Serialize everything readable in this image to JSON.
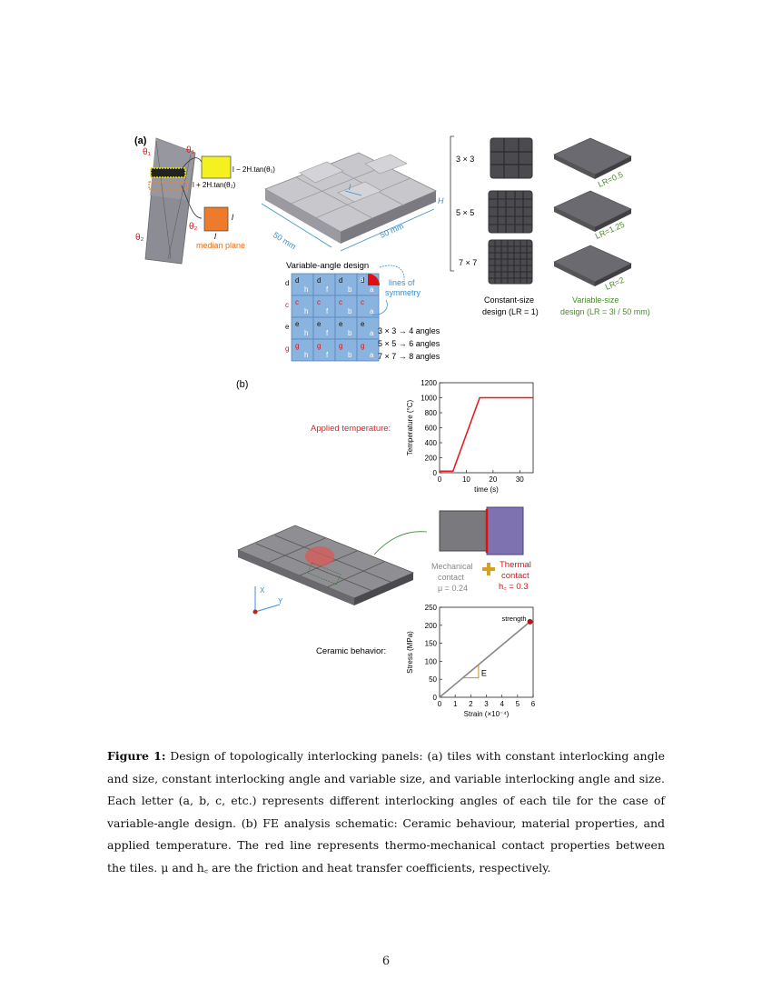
{
  "panel_a": {
    "label": "(a)",
    "theta1": "θ₁",
    "theta2": "θ₂",
    "formula_top": "l − 2H.tan(θ₁)",
    "formula_bottom": "l + 2H.tan(θ₂)",
    "l_label": "l",
    "median_plane": "median plane",
    "dim_l": "l",
    "dim_H": "H",
    "dim_50_left": "50 mm",
    "dim_50_right": "50 mm",
    "grid_3": "3 × 3",
    "grid_5": "5 × 5",
    "grid_7": "7 × 7",
    "lr_05": "LR=0.5",
    "lr_125": "LR=1.25",
    "lr_2": "LR=2",
    "constant_size": "Constant-size",
    "constant_size_2": "design (LR = 1)",
    "variable_size": "Variable-size",
    "variable_size_2": "design (LR = 3l / 50 mm)",
    "variable_angle_title": "Variable-angle design",
    "lines_of_symmetry_1": "lines of",
    "lines_of_symmetry_2": "symmetry",
    "angles_1": "3 × 3 → 4 angles",
    "angles_2": "5 × 5 → 6 angles",
    "angles_3": "7 × 7 → 8 angles"
  },
  "panel_b": {
    "label": "(b)",
    "applied_temperature": "Applied temperature:",
    "mechanical_contact": "Mechanical",
    "mechanical_contact_2": "contact",
    "mu": "μ = 0.24",
    "thermal_contact": "Thermal",
    "thermal_contact_2": "contact",
    "hc": "h꜀ = 0.3",
    "ceramic_behavior": "Ceramic behavior:",
    "axis_x": "X",
    "axis_y": "Y",
    "E_label": "E",
    "strength": "strength"
  },
  "chart_data": [
    {
      "type": "line",
      "xlabel": "time (s)",
      "ylabel": "Temperature (°C)",
      "xlim": [
        0,
        35
      ],
      "ylim": [
        0,
        1200
      ],
      "xticks": [
        "0",
        "10",
        "20",
        "30"
      ],
      "yticks": [
        "0",
        "200",
        "400",
        "600",
        "800",
        "1000",
        "1200"
      ],
      "series": [
        {
          "x": [
            0,
            5,
            15,
            35
          ],
          "y": [
            20,
            20,
            1000,
            1000
          ]
        }
      ],
      "color": "#e02020"
    },
    {
      "type": "line",
      "xlabel": "Strain (×10⁻⁴)",
      "ylabel": "Stress (MPa)",
      "xlim": [
        0,
        6
      ],
      "ylim": [
        0,
        250
      ],
      "xticks": [
        "0",
        "1",
        "2",
        "3",
        "4",
        "5",
        "6"
      ],
      "yticks": [
        "0",
        "50",
        "100",
        "150",
        "200",
        "250"
      ],
      "series": [
        {
          "x": [
            0,
            5.8
          ],
          "y": [
            0,
            210
          ]
        }
      ],
      "color": "#888888",
      "annotation": "strength"
    }
  ],
  "caption": {
    "label": "Figure 1:",
    "text": " Design of topologically interlocking panels: (a) tiles with constant interlocking angle and size, constant interlocking angle and variable size, and variable interlocking angle and size. Each letter (a, b, c, etc.) represents different interlocking angles of each tile for the case of variable-angle design. (b) FE analysis schematic: Ceramic behaviour, material properties, and applied temperature. The red line represents thermo-mechanical contact properties between the tiles. μ and h꜀ are the friction and heat transfer coefficients, respectively."
  },
  "page_number": "6"
}
